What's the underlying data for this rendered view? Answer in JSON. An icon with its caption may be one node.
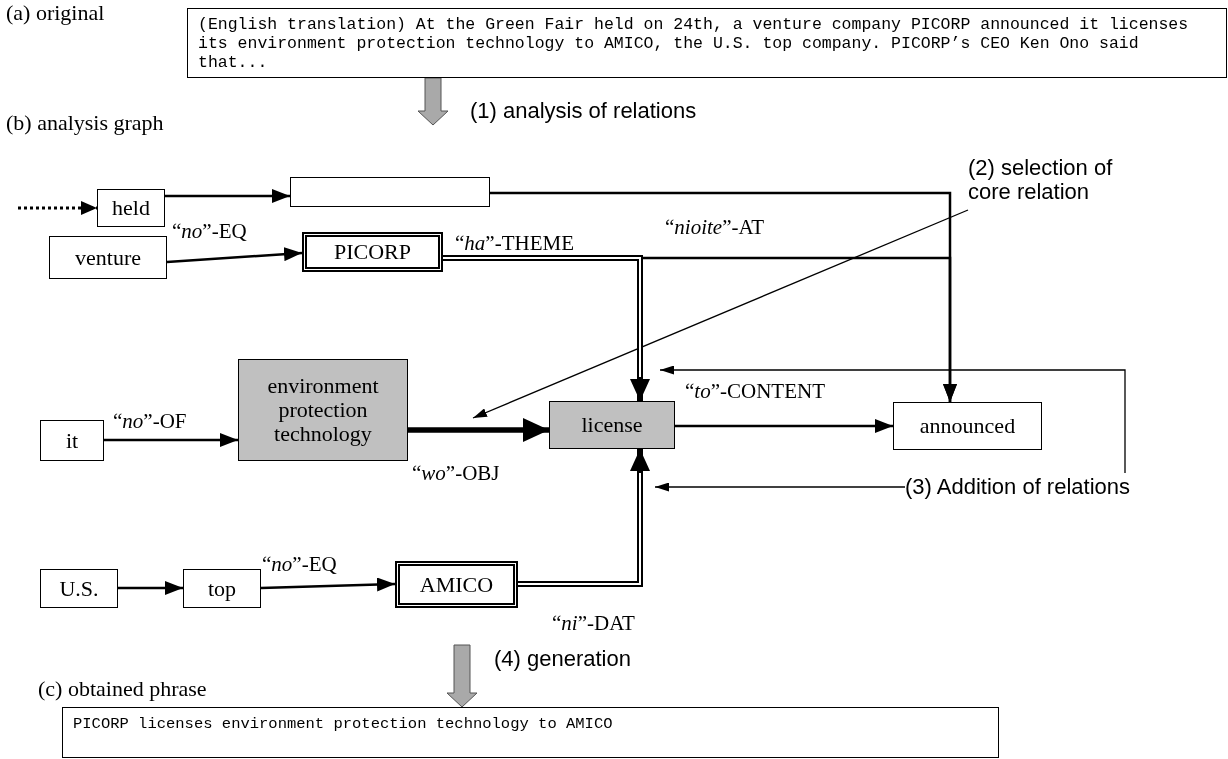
{
  "diagram": {
    "nodes": [
      {
        "text": [
          "(English translation) At the Green Fair held on 24th, a venture company PICORP announced it licenses its environment protection technology to AMICO, the U.S. top company.  PICORP’s CEO Ken Ono said that..."
        ],
        "beside": [
          "(a) original"
        ]
      },
      {
        "text": [
          "held"
        ]
      },
      {
        "text": [],
        "shape": "box"
      },
      {
        "text": [
          "venture"
        ]
      },
      {
        "text": [
          "PICORP"
        ]
      },
      {
        "text": [
          "it"
        ]
      },
      {
        "text": [
          "environment protection technology"
        ]
      },
      {
        "text": [
          "license"
        ]
      },
      {
        "text": [
          "announced"
        ]
      },
      {
        "text": [
          "U.S."
        ]
      },
      {
        "text": [
          "top"
        ]
      },
      {
        "text": [
          "AMICO"
        ]
      },
      {
        "text": [
          "PICORP licenses environment protection technology to AMICO"
        ],
        "beside": [
          "(c) obtained phrase"
        ]
      },
      {
        "text": [
          "(2) selection of core relation"
        ]
      },
      {
        "text": [
          "(3) Addition of relations"
        ]
      }
    ],
    "edges": [
      {
        "from": null,
        "to": 1,
        "arrow": "to",
        "style": "dashed"
      },
      {
        "from": 1,
        "to": 2,
        "arrow": "to"
      },
      {
        "from": 2,
        "to": 8,
        "arrow": "to"
      },
      {
        "from": 3,
        "to": 4,
        "arrow": "to",
        "label": "“*no*”-EQ"
      },
      {
        "from": 4,
        "to": 7,
        "arrow": "to",
        "label": "“*ha*”-THEME",
        "style": "thick"
      },
      {
        "from": 4,
        "to": 8,
        "arrow": "to",
        "label": "“*nioite*”-AT"
      },
      {
        "from": 5,
        "to": 6,
        "arrow": "to",
        "label": "“*no*”-OF"
      },
      {
        "from": 6,
        "to": 7,
        "arrow": "to",
        "label": "“*wo*”-OBJ",
        "style": "thick"
      },
      {
        "from": 7,
        "to": 8,
        "arrow": "to",
        "label": "“*to*”-CONTENT"
      },
      {
        "from": 9,
        "to": 10,
        "arrow": "to"
      },
      {
        "from": 10,
        "to": 11,
        "arrow": "to",
        "label": "“*no*”-EQ"
      },
      {
        "from": 11,
        "to": 7,
        "arrow": "to",
        "label": "“*ni*”-DAT",
        "style": "thick"
      },
      {
        "from": 13,
        "to": null,
        "arrow": "to"
      },
      {
        "from": 14,
        "to": null,
        "arrow": "to"
      },
      {
        "from": 14,
        "to": null,
        "arrow": "to"
      },
      {
        "from": 0,
        "to": null,
        "arrow": "to",
        "label": "(1) analysis of relations"
      },
      {
        "from": null,
        "to": 12,
        "arrow": "to",
        "label": "(4) generation"
      }
    ],
    "labels": [
      "(b) analysis graph"
    ]
  }
}
